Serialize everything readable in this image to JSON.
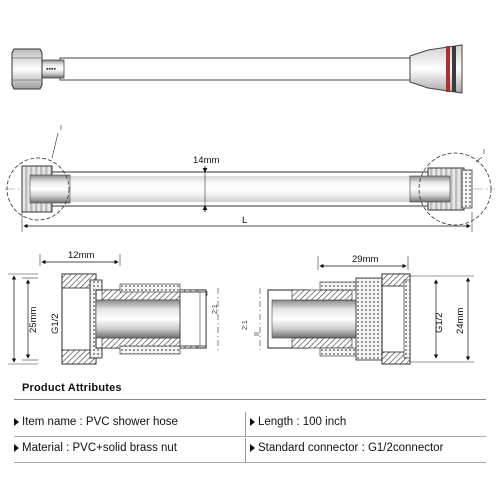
{
  "dimensions": {
    "hose_diameter": "14mm",
    "length_symbol": "L",
    "detail_a_marker": "I",
    "detail_b_marker": "I",
    "left_nut_length": "12mm",
    "left_nut_height": "25mm",
    "left_thread": "G1/2",
    "left_scale": "2:1",
    "right_fitting_length": "29mm",
    "right_fitting_height": "24mm",
    "right_thread": "G1/2",
    "right_scale": "2:1",
    "left_section_mark": "I",
    "right_section_mark": "II"
  },
  "attributes": {
    "title": "Product  Attributes",
    "item": "Item name : PVC shower hose",
    "length": "Length : 100 inch",
    "material": "Material : PVC+solid brass nut",
    "connector": "Standard connector : G1/2connector"
  }
}
